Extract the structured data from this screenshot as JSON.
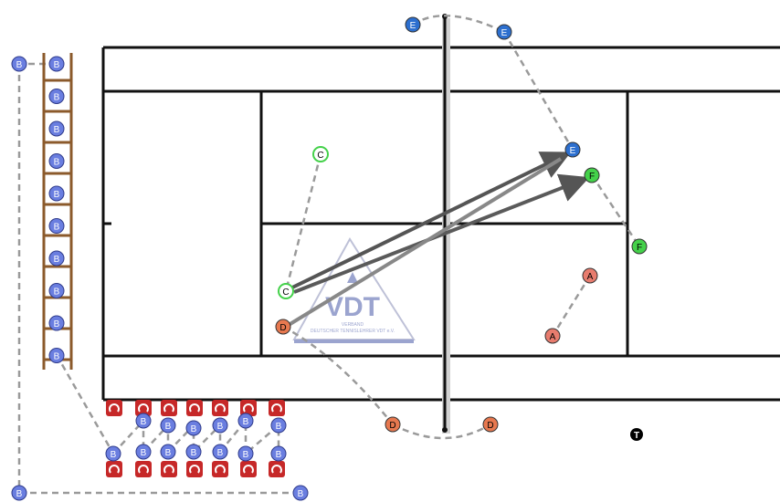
{
  "diagram": {
    "colors": {
      "court_line": "#111111",
      "net": "#c8c8c8",
      "path": "#9a9a9a",
      "arrow": "#555555",
      "ladder": "#8b5a2b",
      "player_blue": "#2c6fcf",
      "player_green": "#44d14a",
      "player_red": "#e87c6e",
      "player_orange": "#e7784f",
      "ball_b": "#6a7ee0",
      "cone": "#c62828",
      "trainer": "#000000",
      "watermark": "#4a5aa8"
    },
    "watermark": {
      "title": "VDT",
      "subtitle_line1": "VERBAND",
      "subtitle_line2": "DEUTSCHER TENNISLEHRER VDT e.V."
    },
    "labels": {
      "blue_player": "E",
      "green_player": "F",
      "court_player_c": "C",
      "court_player_d": "D",
      "court_player_a": "A",
      "ball_station": "B",
      "trainer": "T"
    }
  }
}
